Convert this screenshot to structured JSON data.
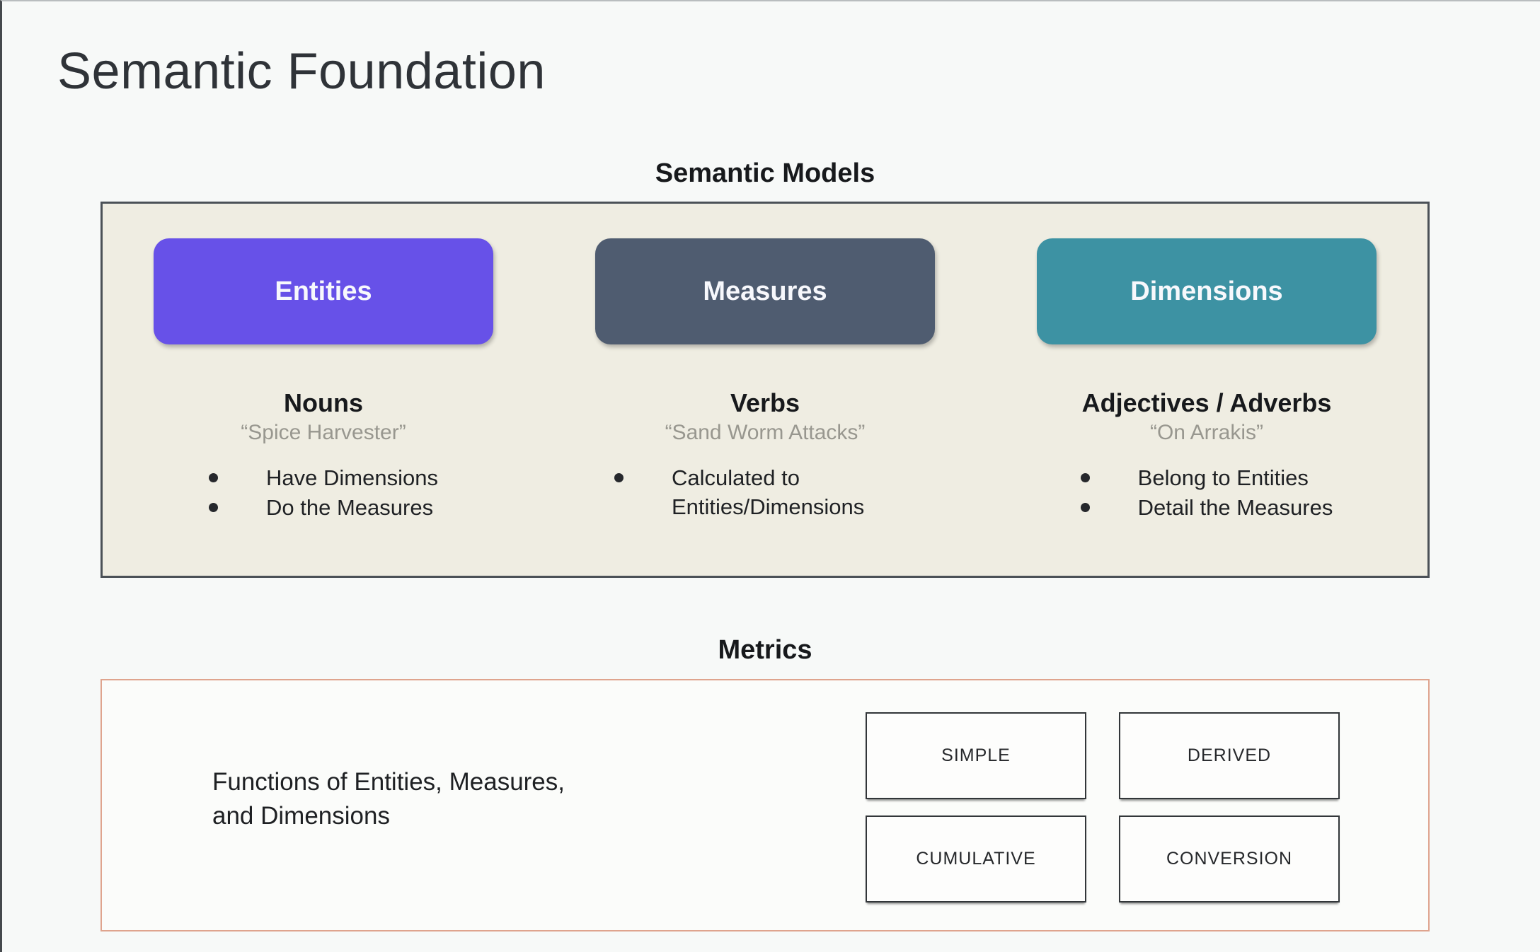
{
  "slide": {
    "title": "Semantic Foundation",
    "semantic_models": {
      "heading": "Semantic Models",
      "panel_bg": "#efede2",
      "panel_border": "#4b5157",
      "columns": [
        {
          "pill": "Entities",
          "pill_color": "#6751e8",
          "role": "Nouns",
          "quote": "“Spice Harvester”",
          "bullets": [
            "Have Dimensions",
            "Do the Measures"
          ]
        },
        {
          "pill": "Measures",
          "pill_color": "#4f5c70",
          "role": "Verbs",
          "quote": "“Sand Worm Attacks”",
          "bullets": [
            "Calculated to Entities/Dimensions"
          ]
        },
        {
          "pill": "Dimensions",
          "pill_color": "#3d92a3",
          "role": "Adjectives / Adverbs",
          "quote": "“On Arrakis”",
          "bullets": [
            "Belong to Entities",
            "Detail the Measures"
          ]
        }
      ]
    },
    "metrics": {
      "heading": "Metrics",
      "panel_border": "#dfa48e",
      "description_lines": [
        "Functions of Entities, Measures,",
        "and Dimensions"
      ],
      "types": [
        "SIMPLE",
        "DERIVED",
        "CUMULATIVE",
        "CONVERSION"
      ]
    }
  }
}
